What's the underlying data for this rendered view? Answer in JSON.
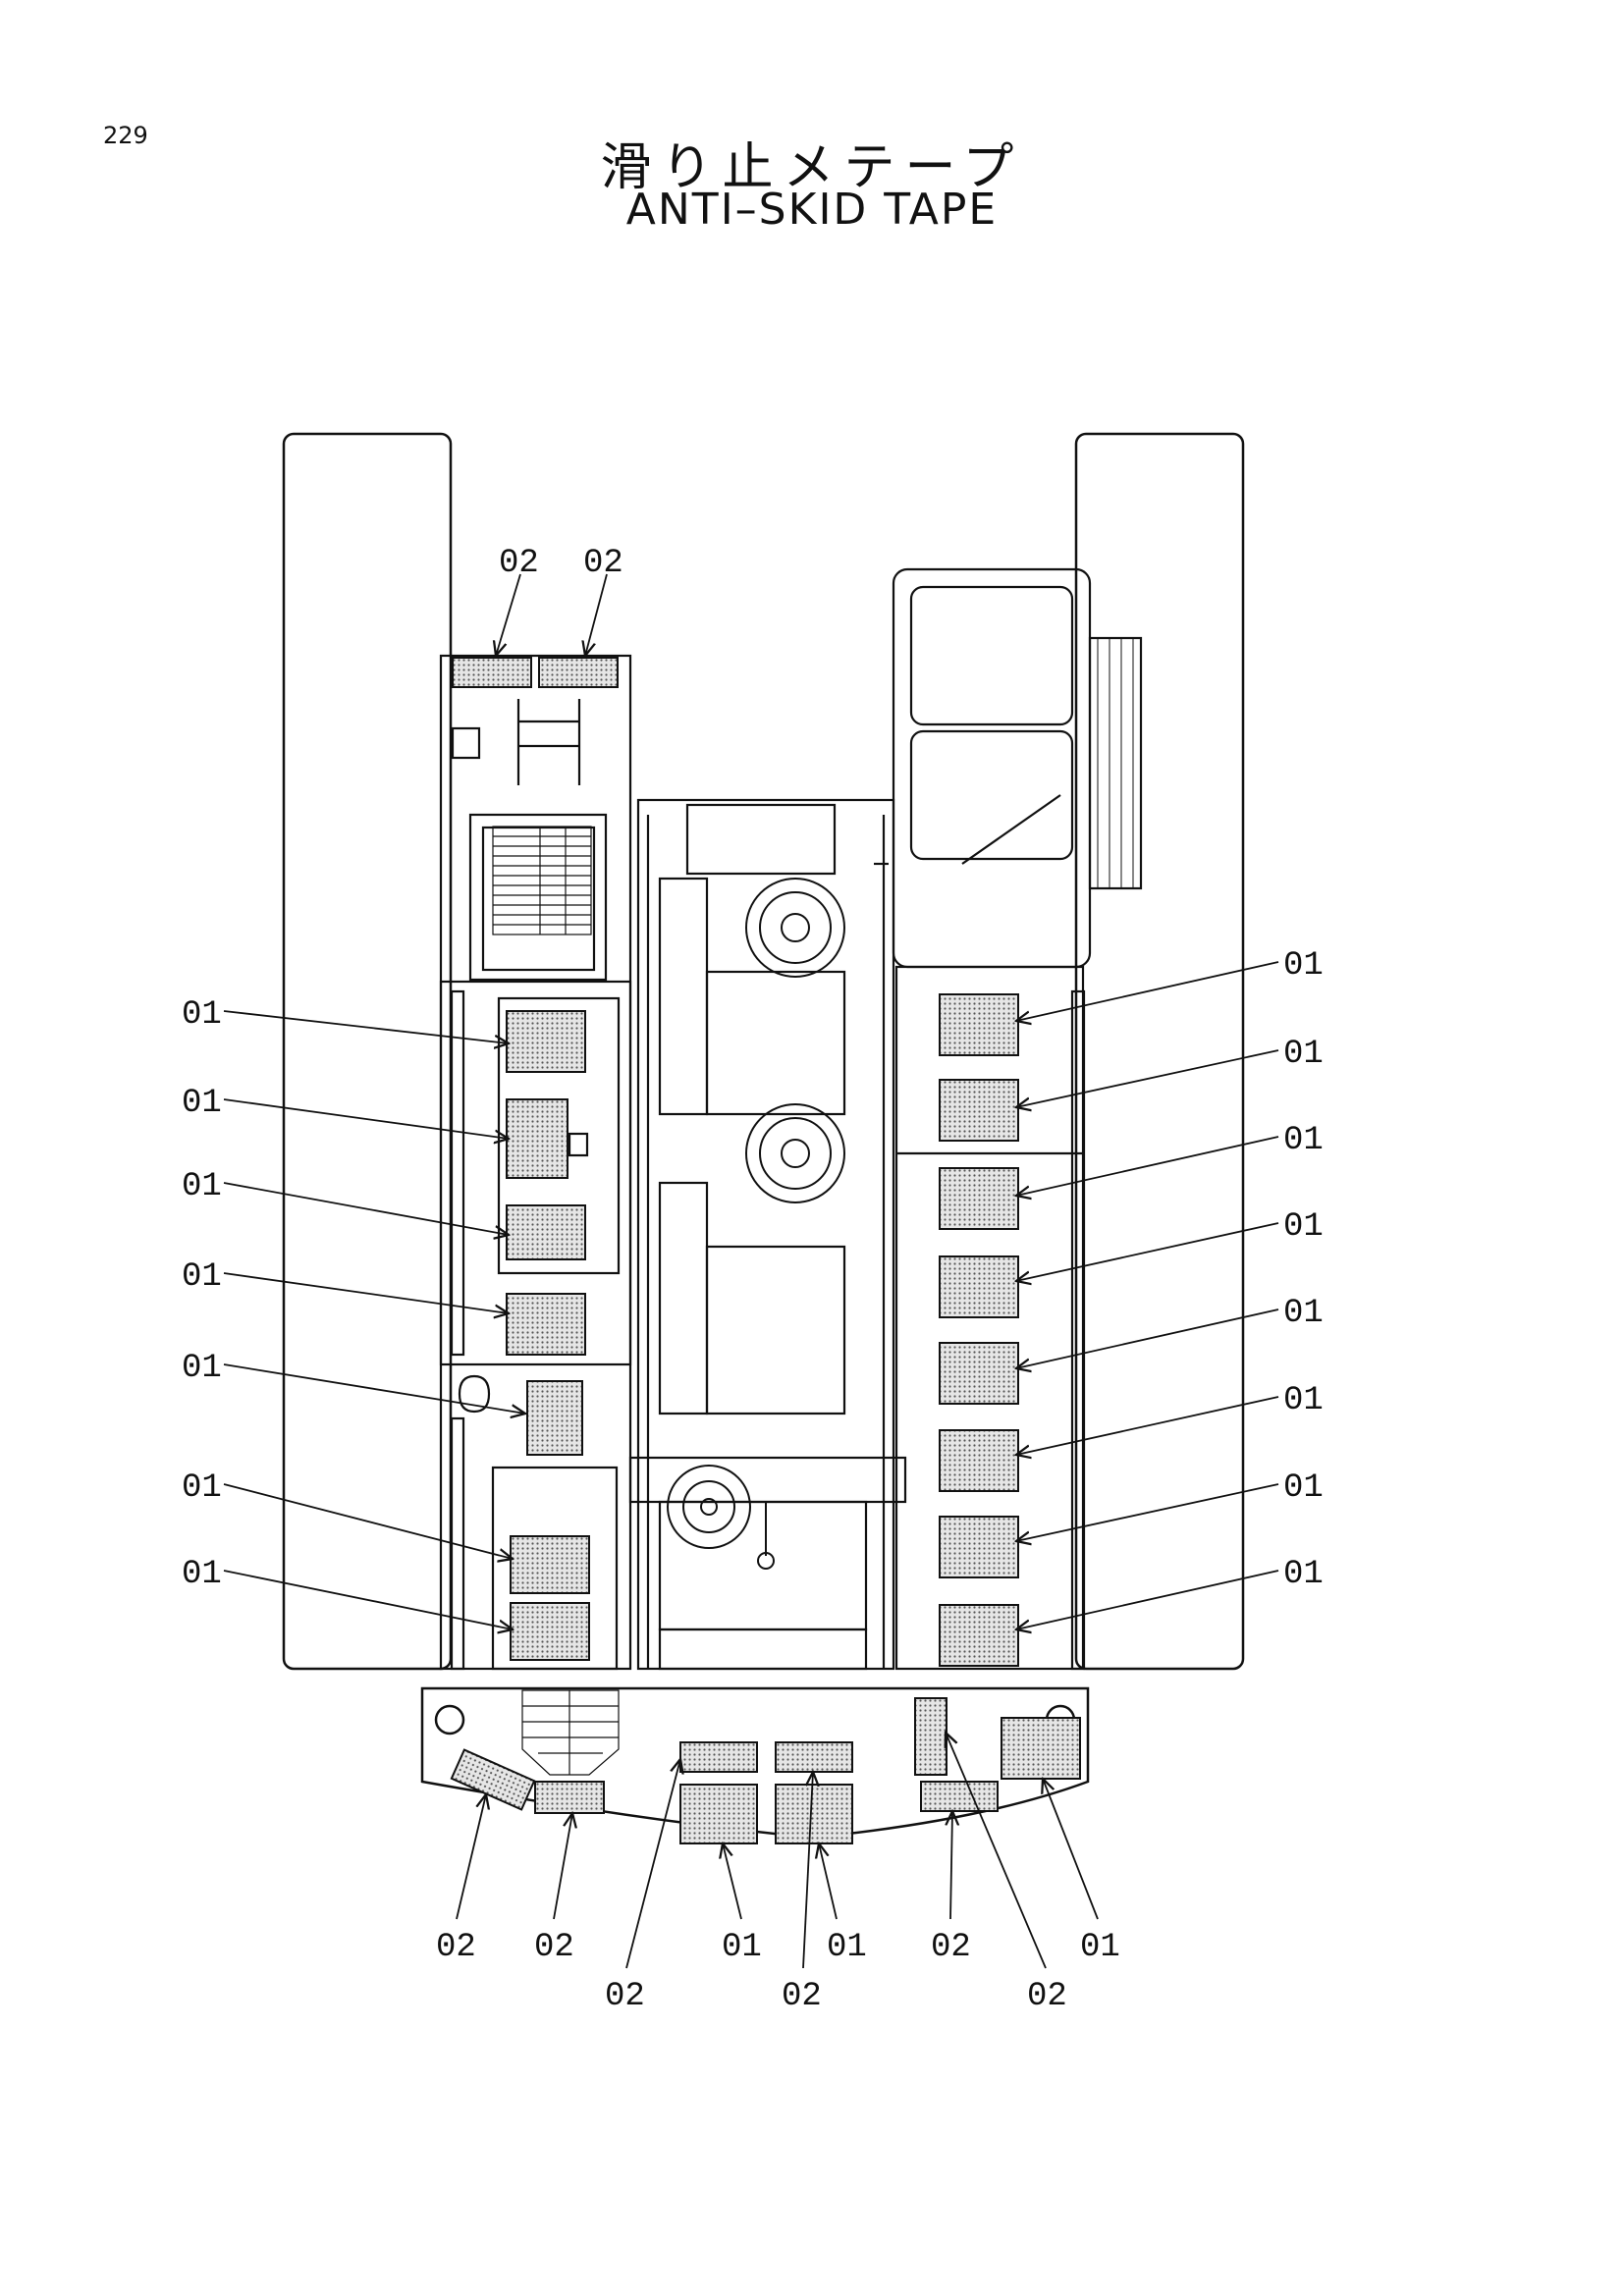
{
  "page_number": "229",
  "title_jp": "滑り止メテープ",
  "title_en": "ANTI–SKID TAPE",
  "part_codes": {
    "p01": "01",
    "p02": "02"
  },
  "colors": {
    "line": "#111111",
    "tape_fill": "#cfcfcf"
  },
  "callouts_left": [
    "01",
    "01",
    "01",
    "01",
    "01",
    "01",
    "01"
  ],
  "callouts_right": [
    "01",
    "01",
    "01",
    "01",
    "01",
    "01",
    "01",
    "01"
  ],
  "callouts_top": [
    "02",
    "02"
  ],
  "callouts_bottom": [
    "02",
    "02",
    "01",
    "01",
    "02",
    "01",
    "02",
    "02",
    "02"
  ]
}
